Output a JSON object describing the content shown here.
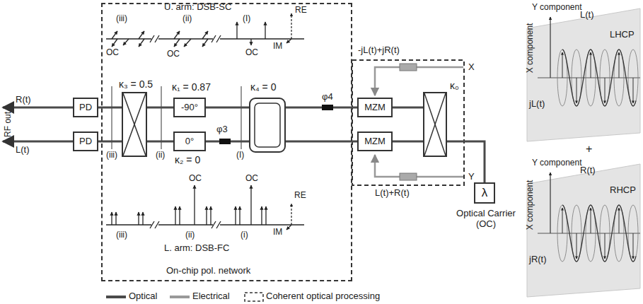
{
  "diagram": {
    "nodes": [
      {
        "text": [
          "On-chip pol. network"
        ]
      },
      {
        "text": [
          "PD"
        ]
      },
      {
        "text": [
          "PD"
        ]
      },
      {
        "text": [
          "κ₃ = 0.5"
        ],
        "in": 0
      },
      {
        "text": [
          "κ₁ = 0.87",
          "-90°"
        ],
        "in": 0
      },
      {
        "text": [
          "0°",
          "κ₂ = 0"
        ],
        "in": 0
      },
      {
        "text": [
          "κ₄ = 0"
        ],
        "in": 0
      },
      {
        "text": [
          "MZM"
        ]
      },
      {
        "text": [
          "MZM"
        ]
      },
      {
        "text": [
          "κ₀"
        ]
      },
      {
        "text": [
          "λ",
          "Optical Carrier (OC)"
        ]
      }
    ],
    "edges": [
      {
        "from": 3,
        "to": 1,
        "arrow": "none"
      },
      {
        "from": 3,
        "to": 2,
        "arrow": "none"
      },
      {
        "from": 4,
        "to": 3,
        "arrow": "none"
      },
      {
        "from": 5,
        "to": 3,
        "arrow": "none"
      },
      {
        "from": 6,
        "to": 4,
        "arrow": "none"
      },
      {
        "from": 6,
        "to": 5,
        "arrow": "none"
      },
      {
        "from": 7,
        "to": 6,
        "arrow": "none"
      },
      {
        "from": 8,
        "to": 6,
        "arrow": "none"
      },
      {
        "from": 9,
        "to": 7,
        "arrow": "none"
      },
      {
        "from": 9,
        "to": 8,
        "arrow": "none"
      },
      {
        "from": 10,
        "to": 9,
        "arrow": "none"
      }
    ],
    "labels": [
      "R(t)",
      "L(t)",
      "RF out",
      "U. arm: DSB-SC",
      "(iii)",
      "(ii)",
      "(I)",
      "RE",
      "OC",
      "OC",
      "OC",
      "IM",
      "(iii)",
      "(ii)",
      "(I)",
      "φ3",
      "φ4",
      "-jL(t)+jR(t)",
      "X",
      "L(t)+R(t)",
      "Y",
      "OC",
      "OC",
      "RE",
      "IM",
      "(iii)",
      "(ii)",
      "(i)",
      "L. arm: DSB-FC",
      "Y component",
      "X component",
      "L(t)",
      "jL(t)",
      "LHCP",
      "+",
      "Y component",
      "X component",
      "R(t)",
      "jR(t)",
      "RHCP"
    ],
    "legend": [
      {
        "text": "Optical"
      },
      {
        "text": "Electrical"
      },
      {
        "text": "Coherent optical processing"
      }
    ]
  }
}
